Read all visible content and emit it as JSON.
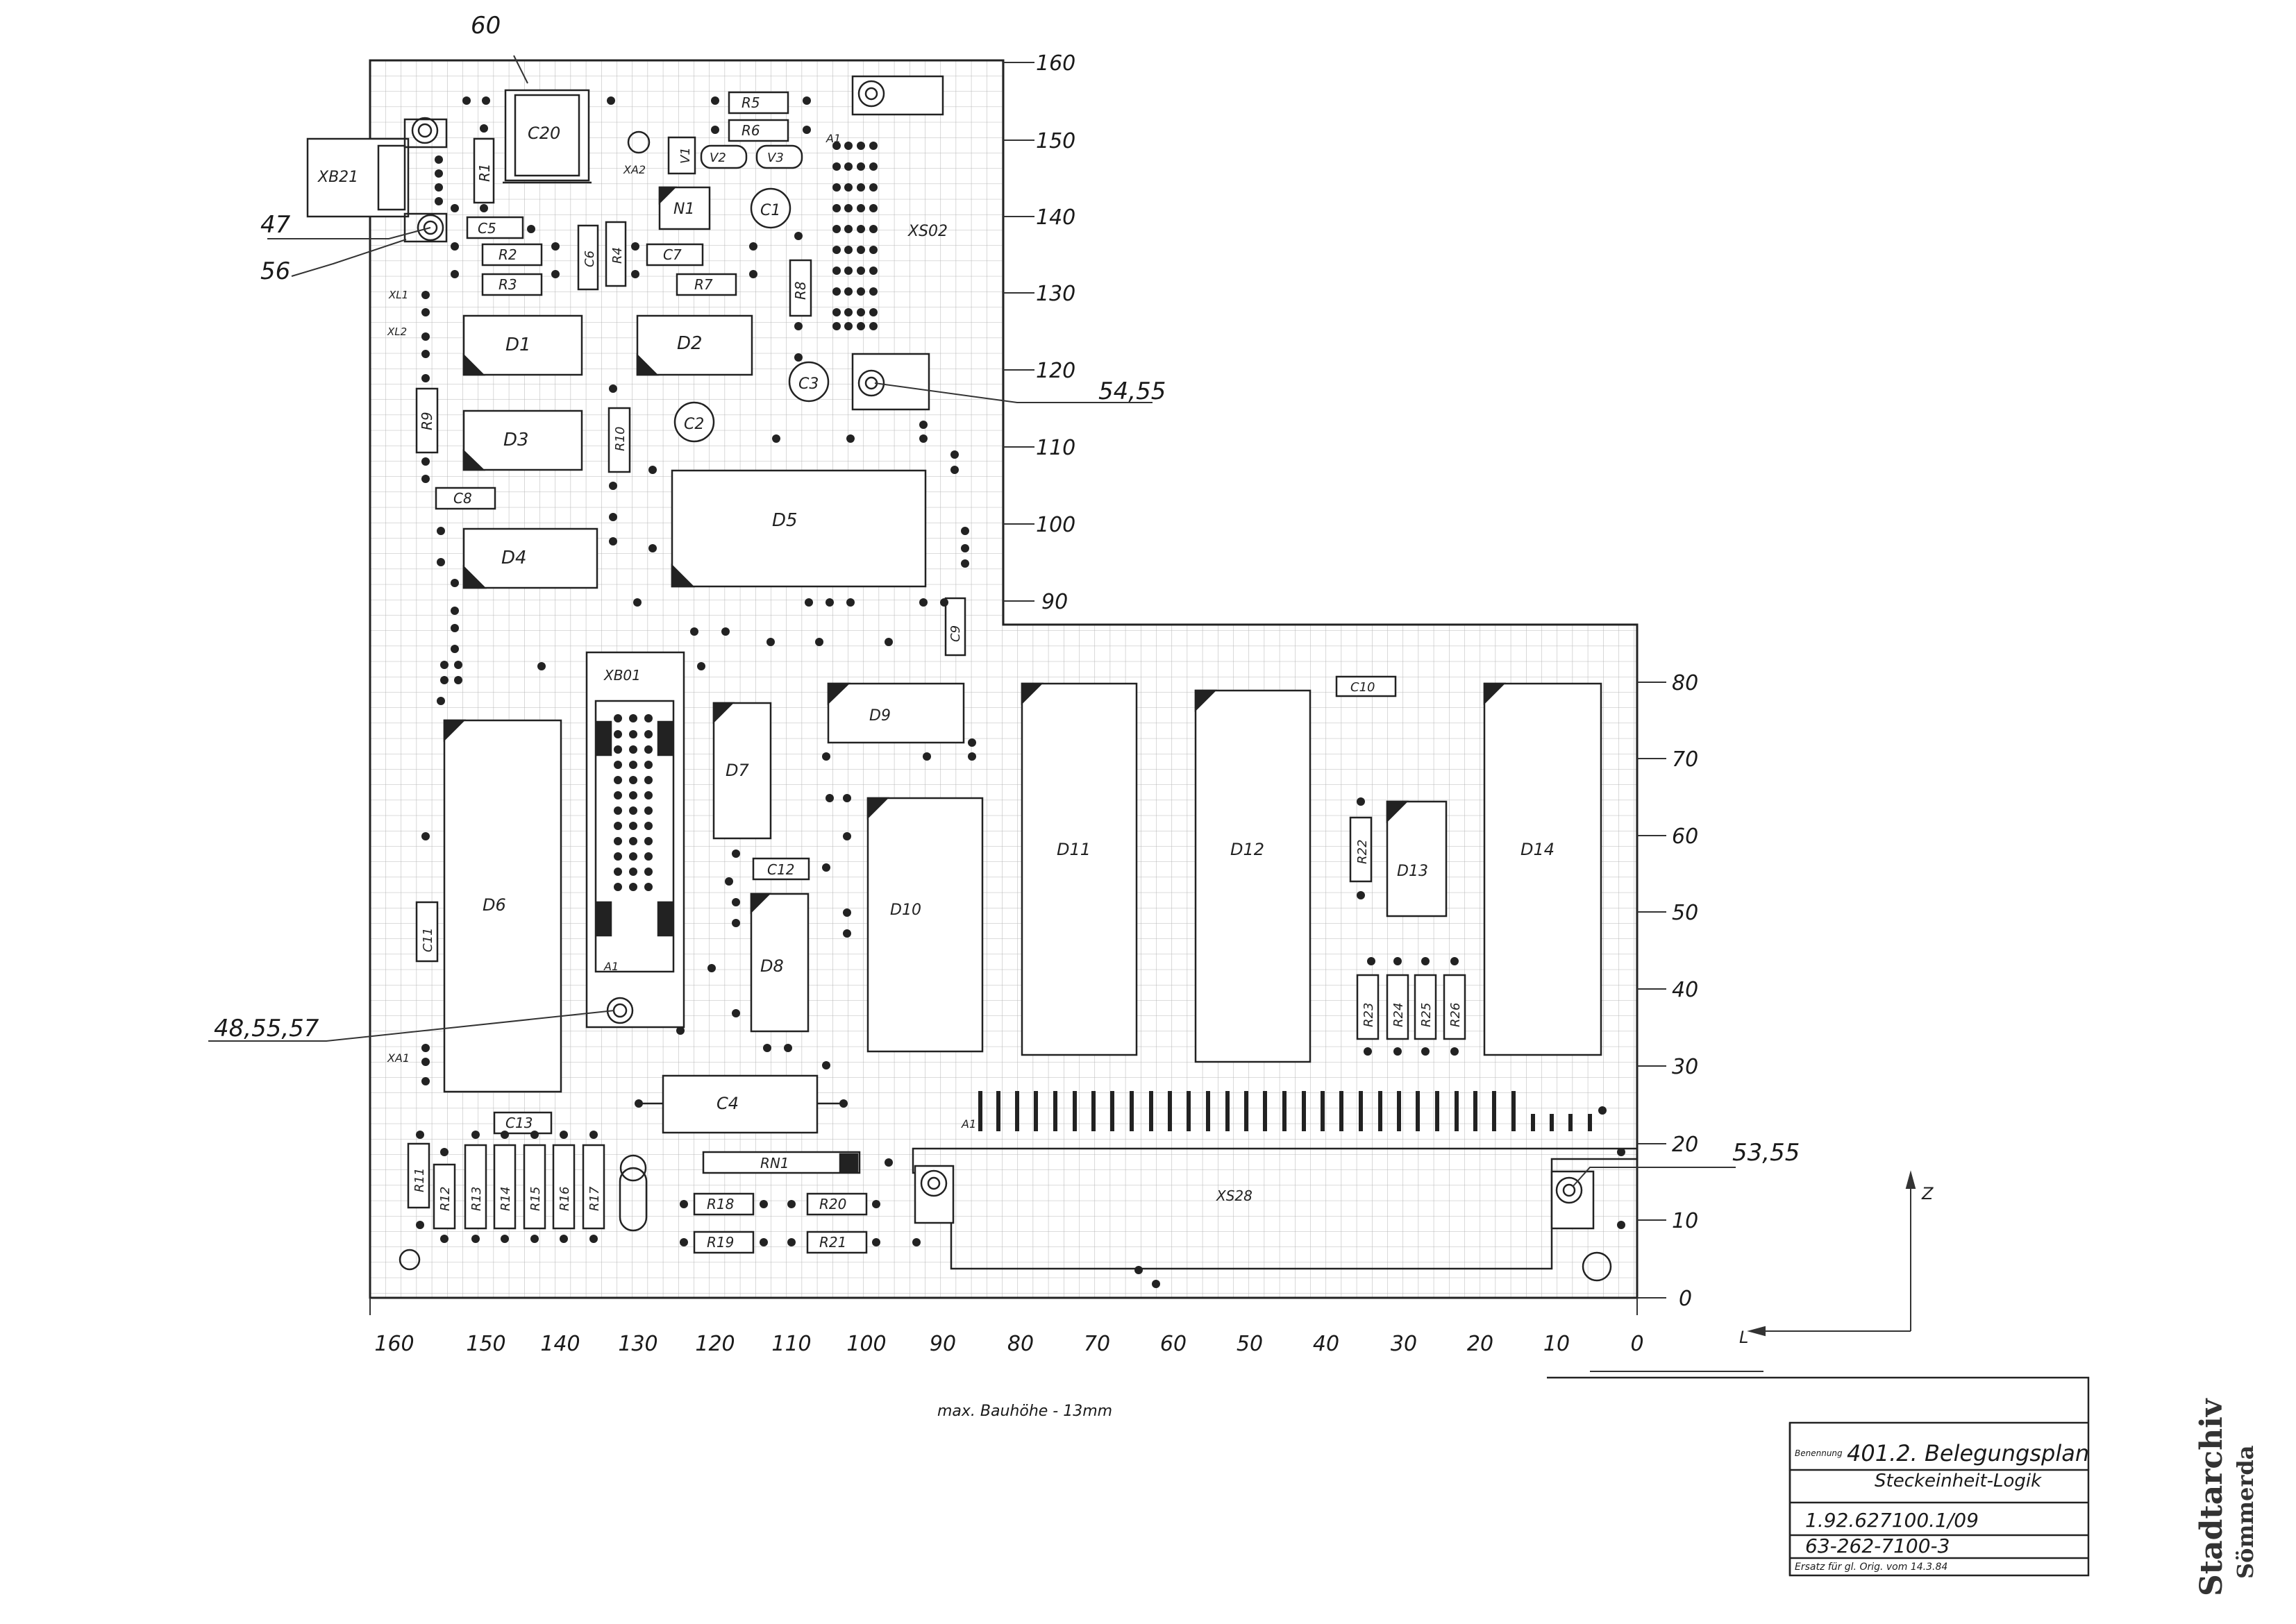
{
  "right_axis_labels": [
    "160",
    "150",
    "140",
    "130",
    "120",
    "110",
    "100",
    "90",
    "80",
    "70",
    "60",
    "50",
    "40",
    "30",
    "20",
    "10",
    "0"
  ],
  "bottom_axis_labels": [
    "160",
    "150",
    "140",
    "130",
    "120",
    "110",
    "100",
    "90",
    "80",
    "70",
    "60",
    "50",
    "40",
    "30",
    "20",
    "10",
    "0"
  ],
  "callouts": {
    "c60": "60",
    "c47": "47",
    "c56": "56",
    "c5455": "54,55",
    "c485557": "48,55,57",
    "c5355": "53,55"
  },
  "components": [
    {
      "id": "XB21",
      "label": "XB21"
    },
    {
      "id": "C20",
      "label": "C20"
    },
    {
      "id": "R1",
      "label": "R1"
    },
    {
      "id": "XA2",
      "label": "XA2"
    },
    {
      "id": "V1",
      "label": "V1"
    },
    {
      "id": "V2",
      "label": "V2"
    },
    {
      "id": "V3",
      "label": "V3"
    },
    {
      "id": "R5",
      "label": "R5"
    },
    {
      "id": "R6",
      "label": "R6"
    },
    {
      "id": "N1",
      "label": "N1"
    },
    {
      "id": "C1",
      "label": "C1"
    },
    {
      "id": "C5",
      "label": "C5"
    },
    {
      "id": "C6",
      "label": "C6"
    },
    {
      "id": "R4",
      "label": "R4"
    },
    {
      "id": "C7",
      "label": "C7"
    },
    {
      "id": "R2",
      "label": "R2"
    },
    {
      "id": "R3",
      "label": "R3"
    },
    {
      "id": "R7",
      "label": "R7"
    },
    {
      "id": "R8",
      "label": "R8"
    },
    {
      "id": "XS02",
      "label": "XS02"
    },
    {
      "id": "XL1",
      "label": "XL1"
    },
    {
      "id": "XL2",
      "label": "XL2"
    },
    {
      "id": "D1",
      "label": "D1"
    },
    {
      "id": "D2",
      "label": "D2"
    },
    {
      "id": "C3",
      "label": "C3"
    },
    {
      "id": "R9",
      "label": "R9"
    },
    {
      "id": "D3",
      "label": "D3"
    },
    {
      "id": "R10",
      "label": "R10"
    },
    {
      "id": "C2",
      "label": "C2"
    },
    {
      "id": "C8",
      "label": "C8"
    },
    {
      "id": "D5",
      "label": "D5"
    },
    {
      "id": "D4",
      "label": "D4"
    },
    {
      "id": "C9",
      "label": "C9"
    },
    {
      "id": "XB01",
      "label": "XB01"
    },
    {
      "id": "D7",
      "label": "D7"
    },
    {
      "id": "D9",
      "label": "D9"
    },
    {
      "id": "C10",
      "label": "C10"
    },
    {
      "id": "D6",
      "label": "D6"
    },
    {
      "id": "C11",
      "label": "C11"
    },
    {
      "id": "C12",
      "label": "C12"
    },
    {
      "id": "D10",
      "label": "D10"
    },
    {
      "id": "D11",
      "label": "D11"
    },
    {
      "id": "D12",
      "label": "D12"
    },
    {
      "id": "R22",
      "label": "R22"
    },
    {
      "id": "D13",
      "label": "D13"
    },
    {
      "id": "D14",
      "label": "D14"
    },
    {
      "id": "D8",
      "label": "D8"
    },
    {
      "id": "A1a",
      "label": "A1"
    },
    {
      "id": "A1b",
      "label": "A1"
    },
    {
      "id": "A1c",
      "label": "A1"
    },
    {
      "id": "R23",
      "label": "R23"
    },
    {
      "id": "R24",
      "label": "R24"
    },
    {
      "id": "R25",
      "label": "R25"
    },
    {
      "id": "R26",
      "label": "R26"
    },
    {
      "id": "XA1",
      "label": "XA1"
    },
    {
      "id": "C4",
      "label": "C4"
    },
    {
      "id": "C13",
      "label": "C13"
    },
    {
      "id": "RN1",
      "label": "RN1"
    },
    {
      "id": "XS28",
      "label": "XS28"
    },
    {
      "id": "R11",
      "label": "R11"
    },
    {
      "id": "R12",
      "label": "R12"
    },
    {
      "id": "R13",
      "label": "R13"
    },
    {
      "id": "R14",
      "label": "R14"
    },
    {
      "id": "R15",
      "label": "R15"
    },
    {
      "id": "R16",
      "label": "R16"
    },
    {
      "id": "R17",
      "label": "R17"
    },
    {
      "id": "R18",
      "label": "R18"
    },
    {
      "id": "R19",
      "label": "R19"
    },
    {
      "id": "R20",
      "label": "R20"
    },
    {
      "id": "R21",
      "label": "R21"
    }
  ],
  "axis_arrows": {
    "z": "Z",
    "l": "L"
  },
  "note": "max. Bauhöhe - 13mm",
  "title_block": {
    "benennung_label": "Benennung",
    "title": "401.2. Belegungsplan",
    "subtitle": "Steckeinheit-Logik",
    "number1": "1.92.627100.1/09",
    "number2": "63-262-7100-3",
    "ersatz": "Ersatz für gl. Orig. vom 14.3.84"
  },
  "stamp": {
    "line1": "Stadtarchiv",
    "line2": "Sömmerda"
  }
}
